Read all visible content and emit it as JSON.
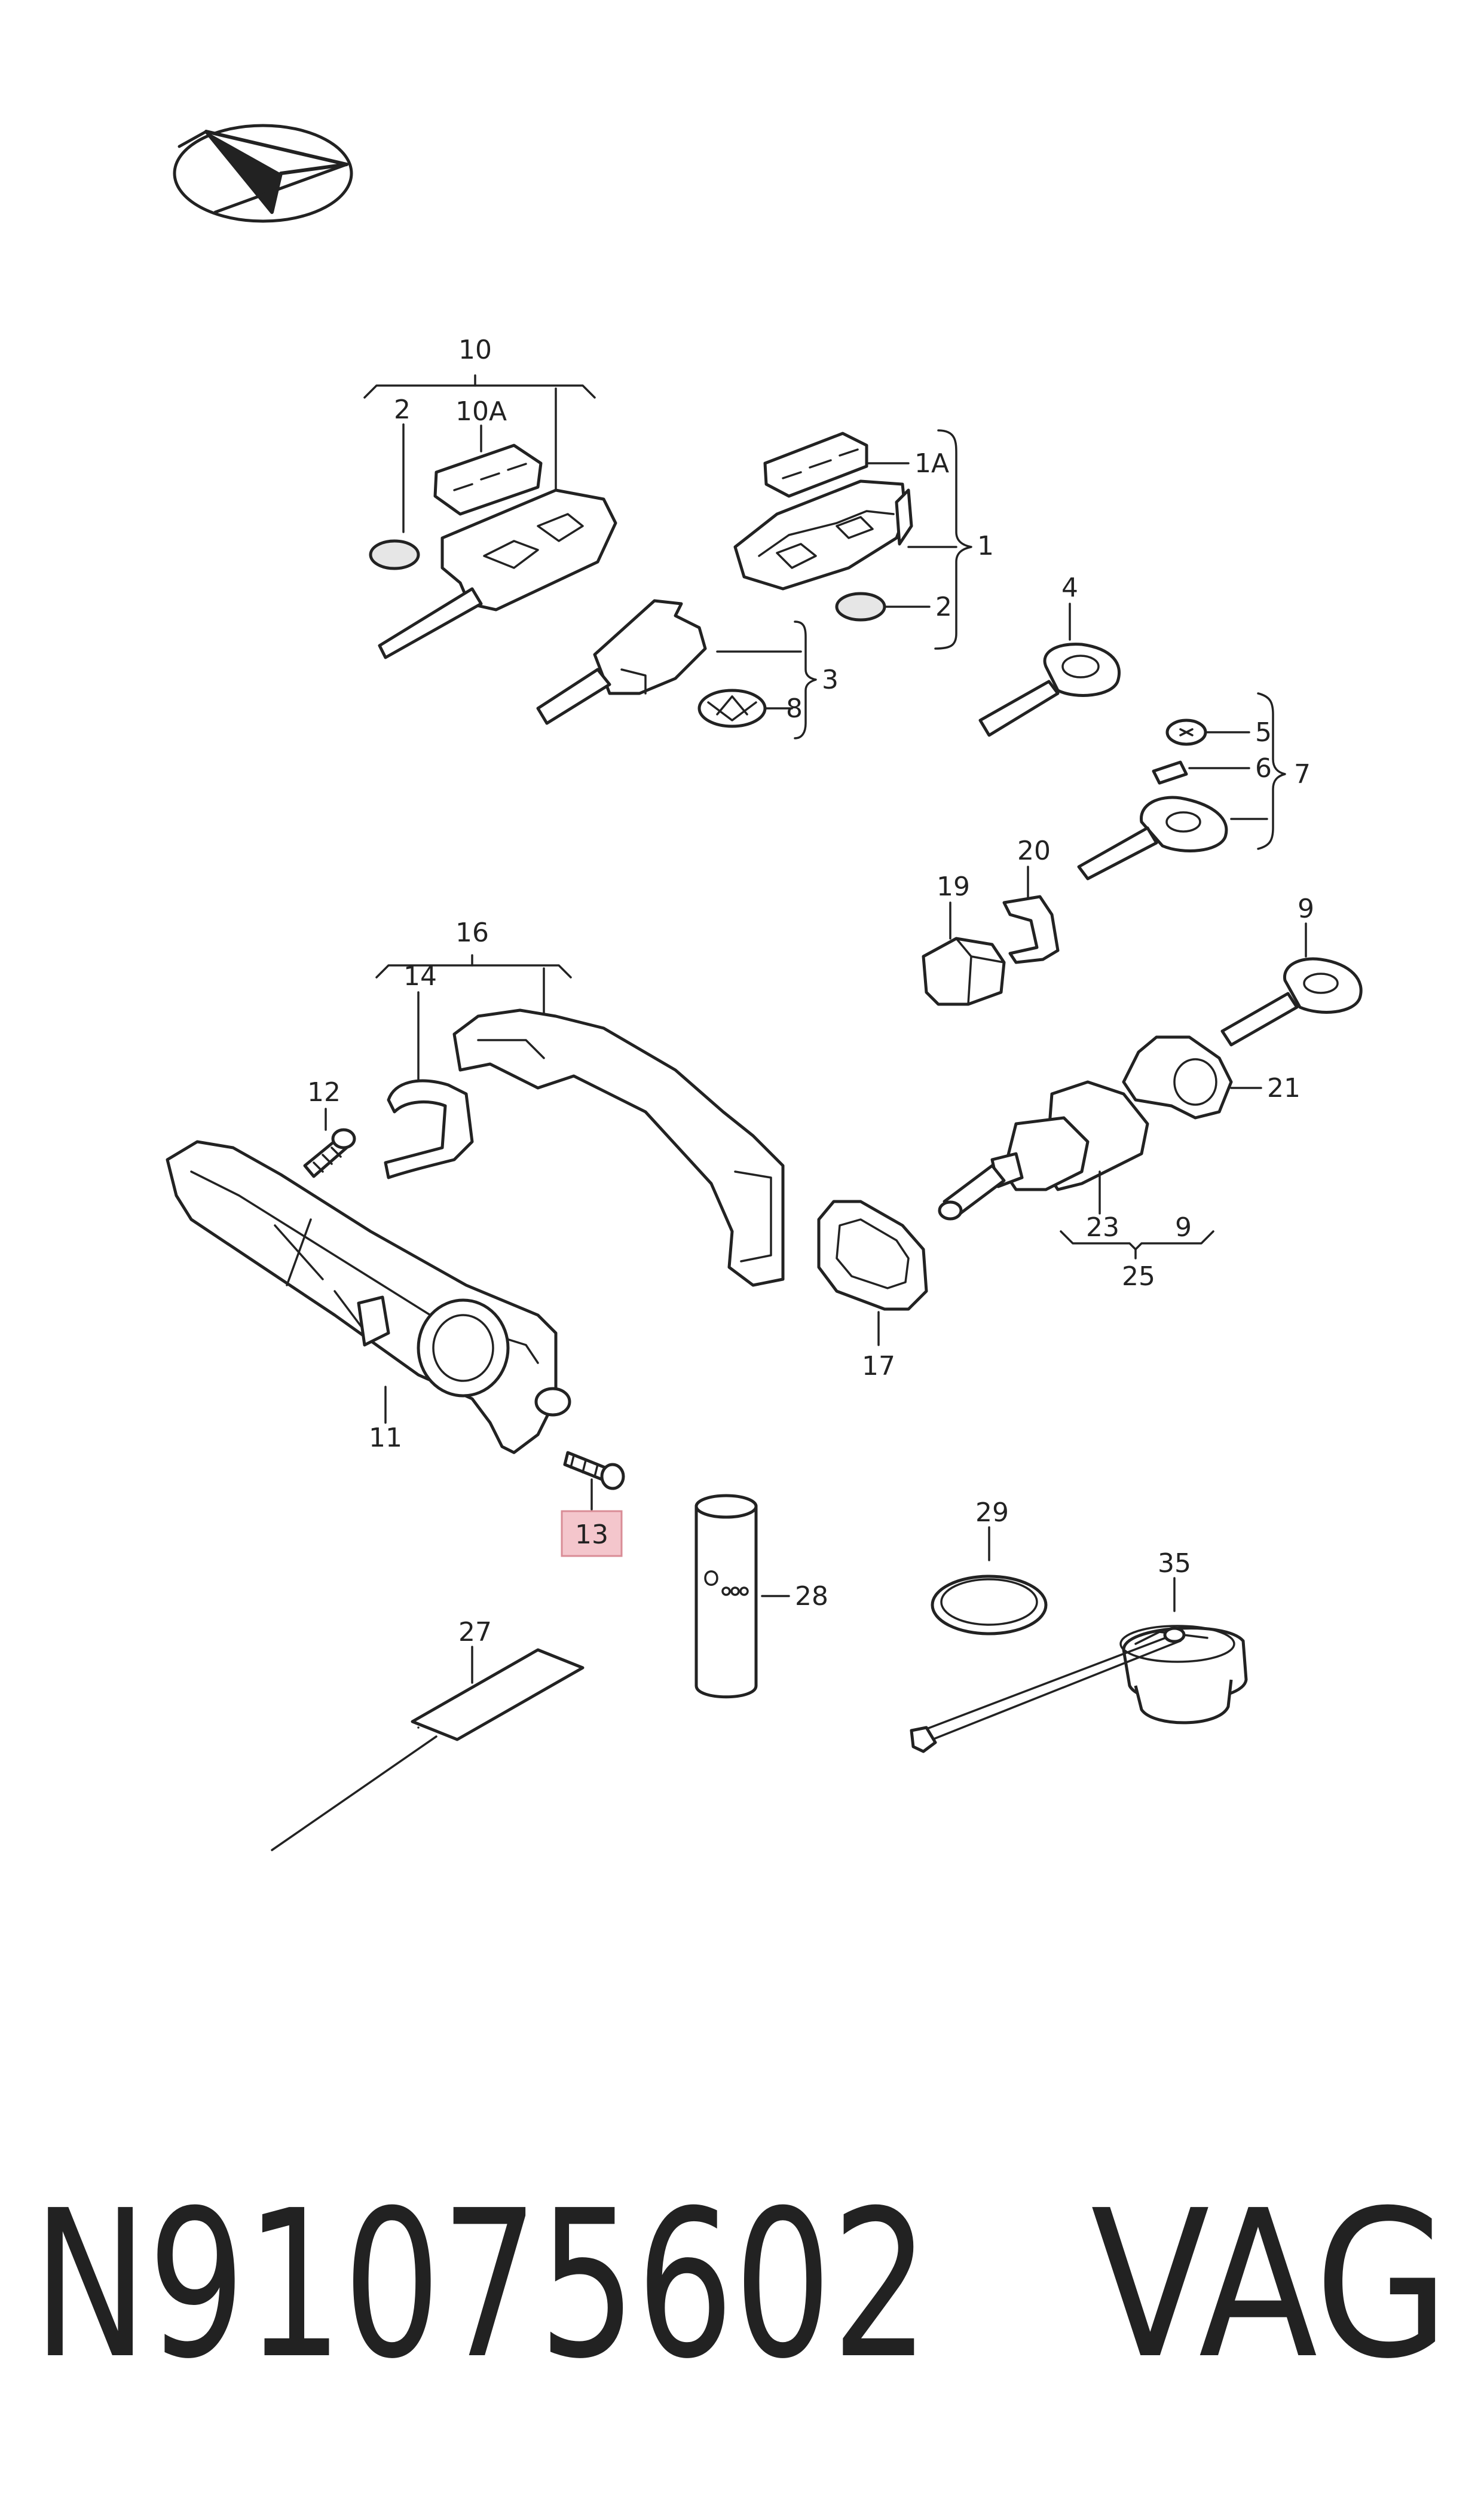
{
  "diagram": {
    "highlight_color": "#f4c6cc",
    "highlight_border": "#d98c96",
    "labels": {
      "l10": "10",
      "l2a": "2",
      "l10A": "10A",
      "l1A": "1A",
      "l1": "1",
      "l2b": "2",
      "l3": "3",
      "l8": "8",
      "l4": "4",
      "l5": "5",
      "l6": "6",
      "l7": "7",
      "l20": "20",
      "l19": "19",
      "l16": "16",
      "l14": "14",
      "l9a": "9",
      "l12": "12",
      "l21": "21",
      "l11": "11",
      "l23": "23",
      "l9b": "9",
      "l25": "25",
      "l17": "17",
      "l13": "13",
      "l29": "29",
      "l35": "35",
      "l28": "28",
      "l27": "27"
    },
    "part_number": "N91075602",
    "brand": "VAG"
  }
}
